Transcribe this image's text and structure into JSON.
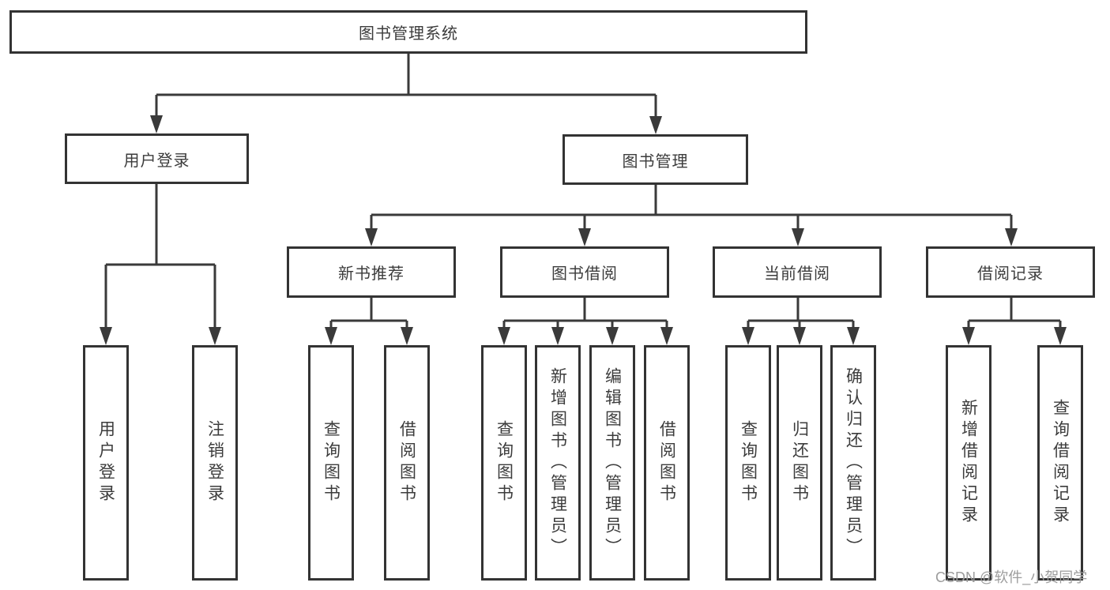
{
  "colors": {
    "line": "#3a3a3a",
    "box_border": "#333333",
    "text": "#3c3c3c",
    "watermark": "#9c9c9c",
    "background": "#ffffff"
  },
  "diagram": {
    "root": "图书管理系统",
    "user_login": {
      "label": "用户登录",
      "children": [
        "用户登录",
        "注销登录"
      ]
    },
    "book_management": {
      "label": "图书管理",
      "sections": [
        {
          "label": "新书推荐",
          "children": [
            "查询图书",
            "借阅图书"
          ]
        },
        {
          "label": "图书借阅",
          "children": [
            "查询图书",
            "新增图书（管理员）",
            "编辑图书（管理员）",
            "借阅图书"
          ]
        },
        {
          "label": "当前借阅",
          "children": [
            "查询图书",
            "归还图书",
            "确认归还（管理员）"
          ]
        },
        {
          "label": "借阅记录",
          "children": [
            "新增借阅记录",
            "查询借阅记录"
          ]
        }
      ]
    },
    "watermark": "CSDN @软件_小贺同学"
  }
}
